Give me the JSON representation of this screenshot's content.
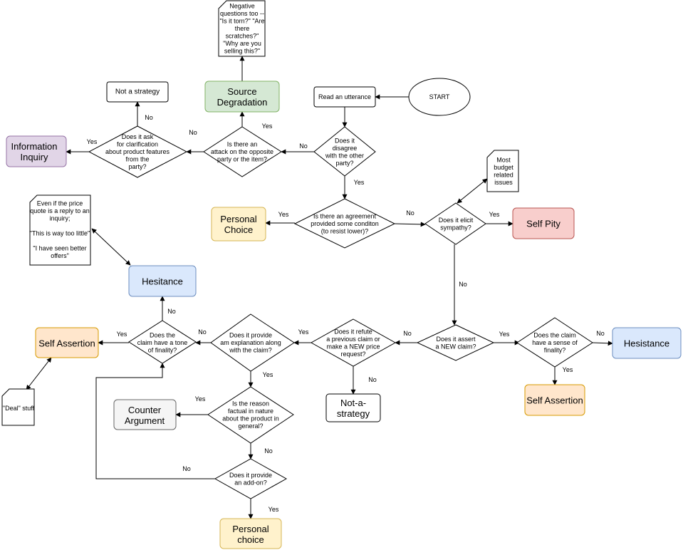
{
  "colors": {
    "green_fill": "#d5e8d4",
    "green_stroke": "#82b366",
    "purple_fill": "#e1d5e7",
    "purple_stroke": "#9673a6",
    "yellow_fill": "#fff2cc",
    "yellow_stroke": "#d6b656",
    "red_fill": "#f8cecc",
    "red_stroke": "#b85450",
    "blue_fill": "#dae8fc",
    "blue_stroke": "#6c8ebf",
    "orange_fill": "#ffe6cc",
    "orange_stroke": "#d79b00",
    "grey_fill": "#f5f5f5",
    "grey_stroke": "#666666"
  },
  "nodes": {
    "start": [
      "START"
    ],
    "read": [
      "Read an utterance"
    ],
    "d_disagree": [
      "Does it",
      "disagree",
      "with the other",
      "party?"
    ],
    "d_attack": [
      "Is there an",
      "attack on the opposite",
      "party or the item?"
    ],
    "source_degradation": [
      "Source",
      "Degradation"
    ],
    "note_negative": [
      "Negative",
      "questions too --",
      "\"Is it torn?\" \"Are",
      "there",
      "scratches?\"",
      "\"Why are you",
      "selling this?\""
    ],
    "d_clarification": [
      "Does it ask",
      "for clarification",
      "about product features",
      "from the",
      "party?"
    ],
    "not_a_strategy": [
      "Not a strategy"
    ],
    "information_inquiry": [
      "Information",
      "Inquiry"
    ],
    "d_agreement": [
      "Is there an agreement",
      "provided some conditon",
      "(to resist lower)?"
    ],
    "personal_choice_top": [
      "Personal",
      "Choice"
    ],
    "d_sympathy": [
      "Does it elicit",
      "sympathy?"
    ],
    "self_pity": [
      "Self Pity"
    ],
    "note_budget": [
      "Most",
      "budget",
      "related",
      "issues"
    ],
    "note_price": [
      "Even if the price",
      "quote is a reply to an",
      "inquiry;",
      "",
      "\"This is way too little\"",
      "",
      "\"I have seen better",
      "offers\""
    ],
    "hesitance_top": [
      "Hesitance"
    ],
    "d_new_claim": [
      "Does it assert",
      "a NEW claim?"
    ],
    "d_claim_finality": [
      "Does the claim",
      "have a sense of",
      "finality?"
    ],
    "hesitance_right": [
      "Hesistance"
    ],
    "self_assertion_right": [
      "Self Assertion"
    ],
    "d_refute": [
      "Does it refute",
      "a  previous claim or",
      "make a NEW price",
      "request?"
    ],
    "not_a_strategy_2": [
      "Not-a-",
      "strategy"
    ],
    "d_explanation": [
      "Does it provide",
      "am explanation along",
      "with the claim?"
    ],
    "d_tone_finality": [
      "Does the",
      "claim have a tone",
      "of finality?"
    ],
    "self_assertion_left": [
      "Self Assertion"
    ],
    "note_deal": [
      "\"Deal\" stuff"
    ],
    "d_factual": [
      "Is the reason",
      "factual in nature",
      "about the product in",
      "general?"
    ],
    "counter_argument": [
      "Counter",
      "Argument"
    ],
    "d_addon": [
      "Does it provide",
      "an add-on?"
    ],
    "personal_choice_bottom": [
      "Personal",
      "choice"
    ]
  },
  "edge_labels": {
    "disagree_no": "No",
    "attack_yes": "Yes",
    "attack_no": "No",
    "clar_no": "No",
    "clar_yes": "Yes",
    "disagree_yes": "Yes",
    "agree_yes": "Yes",
    "agree_no": "No",
    "symp_yes": "Yes",
    "symp_no": "No",
    "newclaim_yes": "Yes",
    "finality_no": "No",
    "finality_yes": "Yes",
    "newclaim_no": "No",
    "refute_yes": "Yes",
    "refute_no": "No",
    "expl_no": "No",
    "tone_yes": "Yes",
    "tone_no": "No",
    "expl_yes": "Yes",
    "factual_yes": "Yes",
    "factual_no": "No",
    "addon_no": "No",
    "addon_yes": "Yes"
  }
}
